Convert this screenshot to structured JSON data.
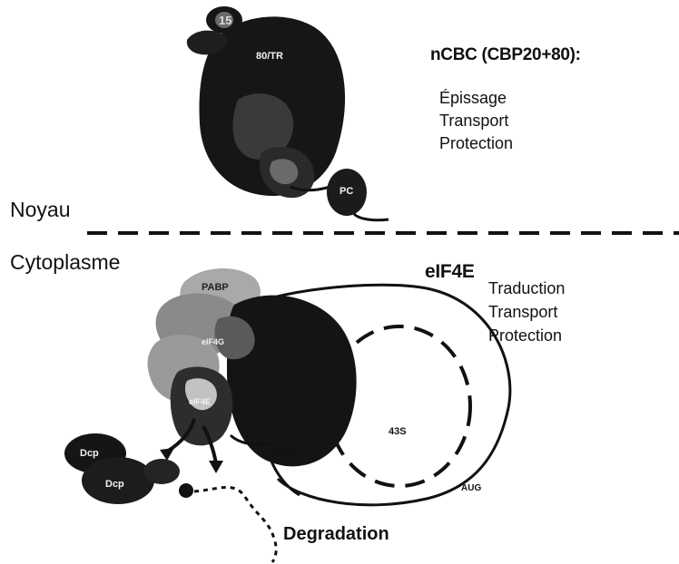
{
  "nucleus": {
    "region_label": "Noyau",
    "complex_title": "nCBC (CBP20+80):",
    "functions": [
      "Épissage",
      "Transport",
      "Protection"
    ],
    "molecule_labels": [
      "15",
      "80/TR",
      "PC"
    ]
  },
  "cytoplasm": {
    "region_label": "Cytoplasme",
    "factor_title": "eIF4E",
    "functions": [
      "Traduction",
      "Transport",
      "Protection"
    ],
    "molecule_labels": [
      "PABP",
      "eIF4G",
      "eIF4E",
      "eIF4A",
      "43S",
      "AUG",
      "Dcp",
      "Dcp"
    ],
    "degradation_label": "Degradation"
  },
  "colors": {
    "ink": "#111111",
    "protein_dark": "#141414",
    "protein_mid": "#555555",
    "protein_light": "#bdbdbd"
  }
}
